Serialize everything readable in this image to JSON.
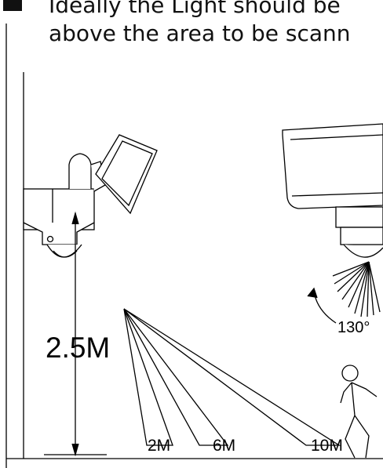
{
  "instruction": {
    "line1": "Ideally the Light should be",
    "line2": "above the area to be scann"
  },
  "diagram": {
    "mount_height": "2.5M",
    "detection_angle": "130°",
    "distances": [
      "2M",
      "6M",
      "10M"
    ]
  }
}
